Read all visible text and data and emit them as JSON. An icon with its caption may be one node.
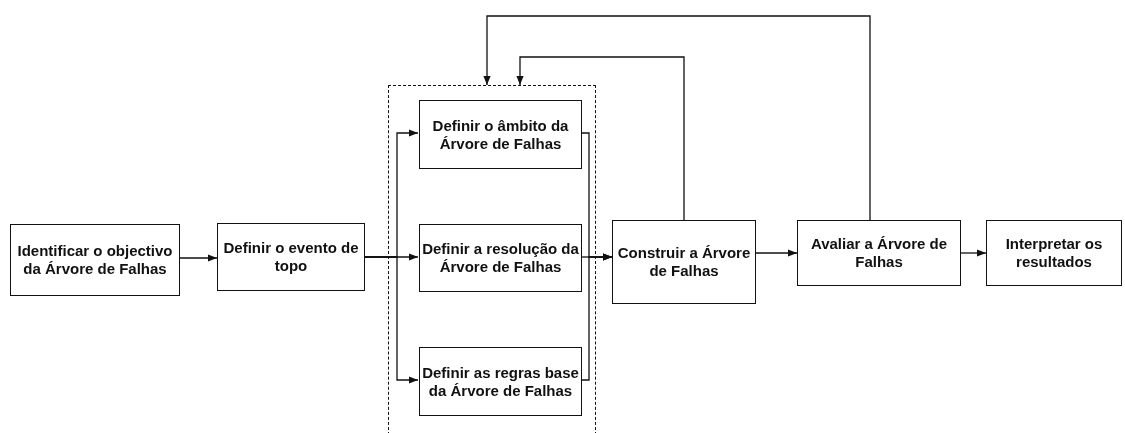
{
  "diagram": {
    "nodes": [
      {
        "text": [
          "Identificar o objectivo da Árvore de Falhas"
        ]
      },
      {
        "text": [
          "Definir o evento de topo"
        ]
      },
      {
        "text": [],
        "shape": "box"
      },
      {
        "text": [
          "Definir o âmbito da Árvore de Falhas"
        ],
        "in": 2
      },
      {
        "text": [
          "Definir a resolução da Árvore de Falhas"
        ],
        "in": 2
      },
      {
        "text": [
          "Definir as regras base da Árvore de Falhas"
        ],
        "in": 2
      },
      {
        "text": [
          "Construir a Árvore de Falhas"
        ]
      },
      {
        "text": [
          "Avaliar a Árvore de Falhas"
        ]
      },
      {
        "text": [
          "Interpretar os resultados"
        ]
      }
    ],
    "edges": [
      {
        "from": 0,
        "to": 1,
        "arrow": "to"
      },
      {
        "from": 1,
        "to": 3,
        "arrow": "to"
      },
      {
        "from": 1,
        "to": 4,
        "arrow": "to"
      },
      {
        "from": 1,
        "to": 5,
        "arrow": "to"
      },
      {
        "from": 3,
        "to": 6,
        "arrow": "to"
      },
      {
        "from": 4,
        "to": 6,
        "arrow": "to"
      },
      {
        "from": 5,
        "to": 6,
        "arrow": "to"
      },
      {
        "from": 6,
        "to": 2,
        "arrow": "to"
      },
      {
        "from": 7,
        "to": 2,
        "arrow": "to"
      },
      {
        "from": 6,
        "to": 7,
        "arrow": "to"
      },
      {
        "from": 7,
        "to": 8,
        "arrow": "to"
      }
    ]
  }
}
